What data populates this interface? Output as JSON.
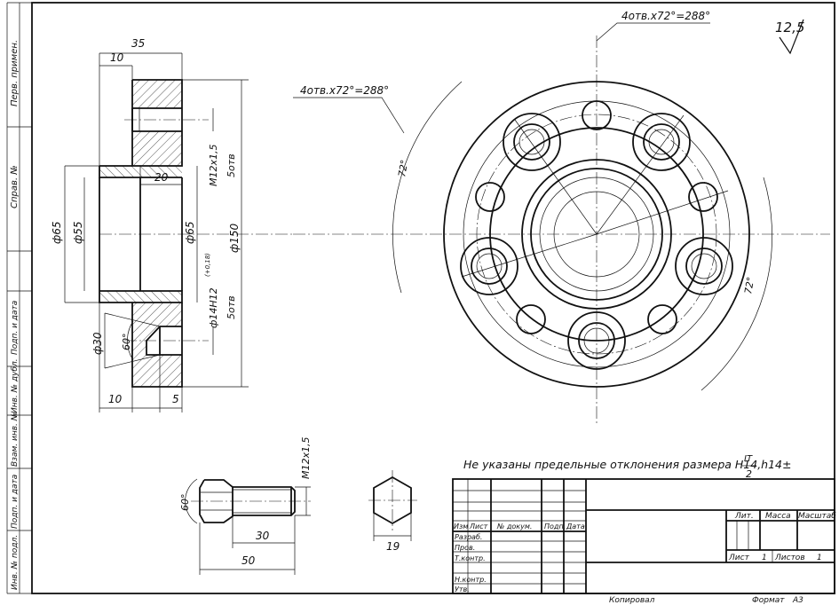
{
  "side_labels": [
    "Перв. примен.",
    "Справ. №",
    "Подп. и дата",
    "Инв. № дубл.",
    "Взам. инв. №",
    "Подп. и дата",
    "Инв. № подл."
  ],
  "roughness": "12,5",
  "section_view": {
    "dim_35": "35",
    "dim_10_top": "10",
    "dim_20": "20",
    "dim_phi65_left": "ф65",
    "dim_phi55": "ф55",
    "dim_phi65_right": "ф65",
    "dim_phi150": "ф150",
    "dim_m12": "M12x1,5",
    "dim_5otv_top": "5отв",
    "dim_phi14": "ф14H12",
    "dim_phi14_tol": "(+0,18)",
    "dim_5otv_bottom": "5отв",
    "dim_phi30": "ф30",
    "dim_60": "60°",
    "dim_10_bottom": "10",
    "dim_5": "5"
  },
  "front_view": {
    "callout_top": "4отв.x72°=288°",
    "callout_left": "4отв.x72°=288°",
    "angle_left": "72°",
    "angle_right": "72°"
  },
  "bolt": {
    "dim_m12": "M12x1,5",
    "dim_60": "60°",
    "dim_30": "30",
    "dim_50": "50",
    "dim_19": "19"
  },
  "note": "Не указаны предельные отклонения размера H14,h14±",
  "note_frac_num": "IT",
  "note_frac_den": "2",
  "title_block": {
    "header": [
      "Изм",
      "Лист",
      "№ докум.",
      "Подп.",
      "Дата"
    ],
    "rows": [
      "Разраб.",
      "Пров.",
      "Т.контр.",
      "Н.контр.",
      "Утв."
    ],
    "lit": "Лит.",
    "mass": "Масса",
    "scale": "Масштаб",
    "sheet": "Лист",
    "sheet_num": "1",
    "sheets": "Листов",
    "sheets_num": "1"
  },
  "footer": {
    "copied": "Копировал",
    "format": "Формат",
    "format_val": "А3"
  }
}
